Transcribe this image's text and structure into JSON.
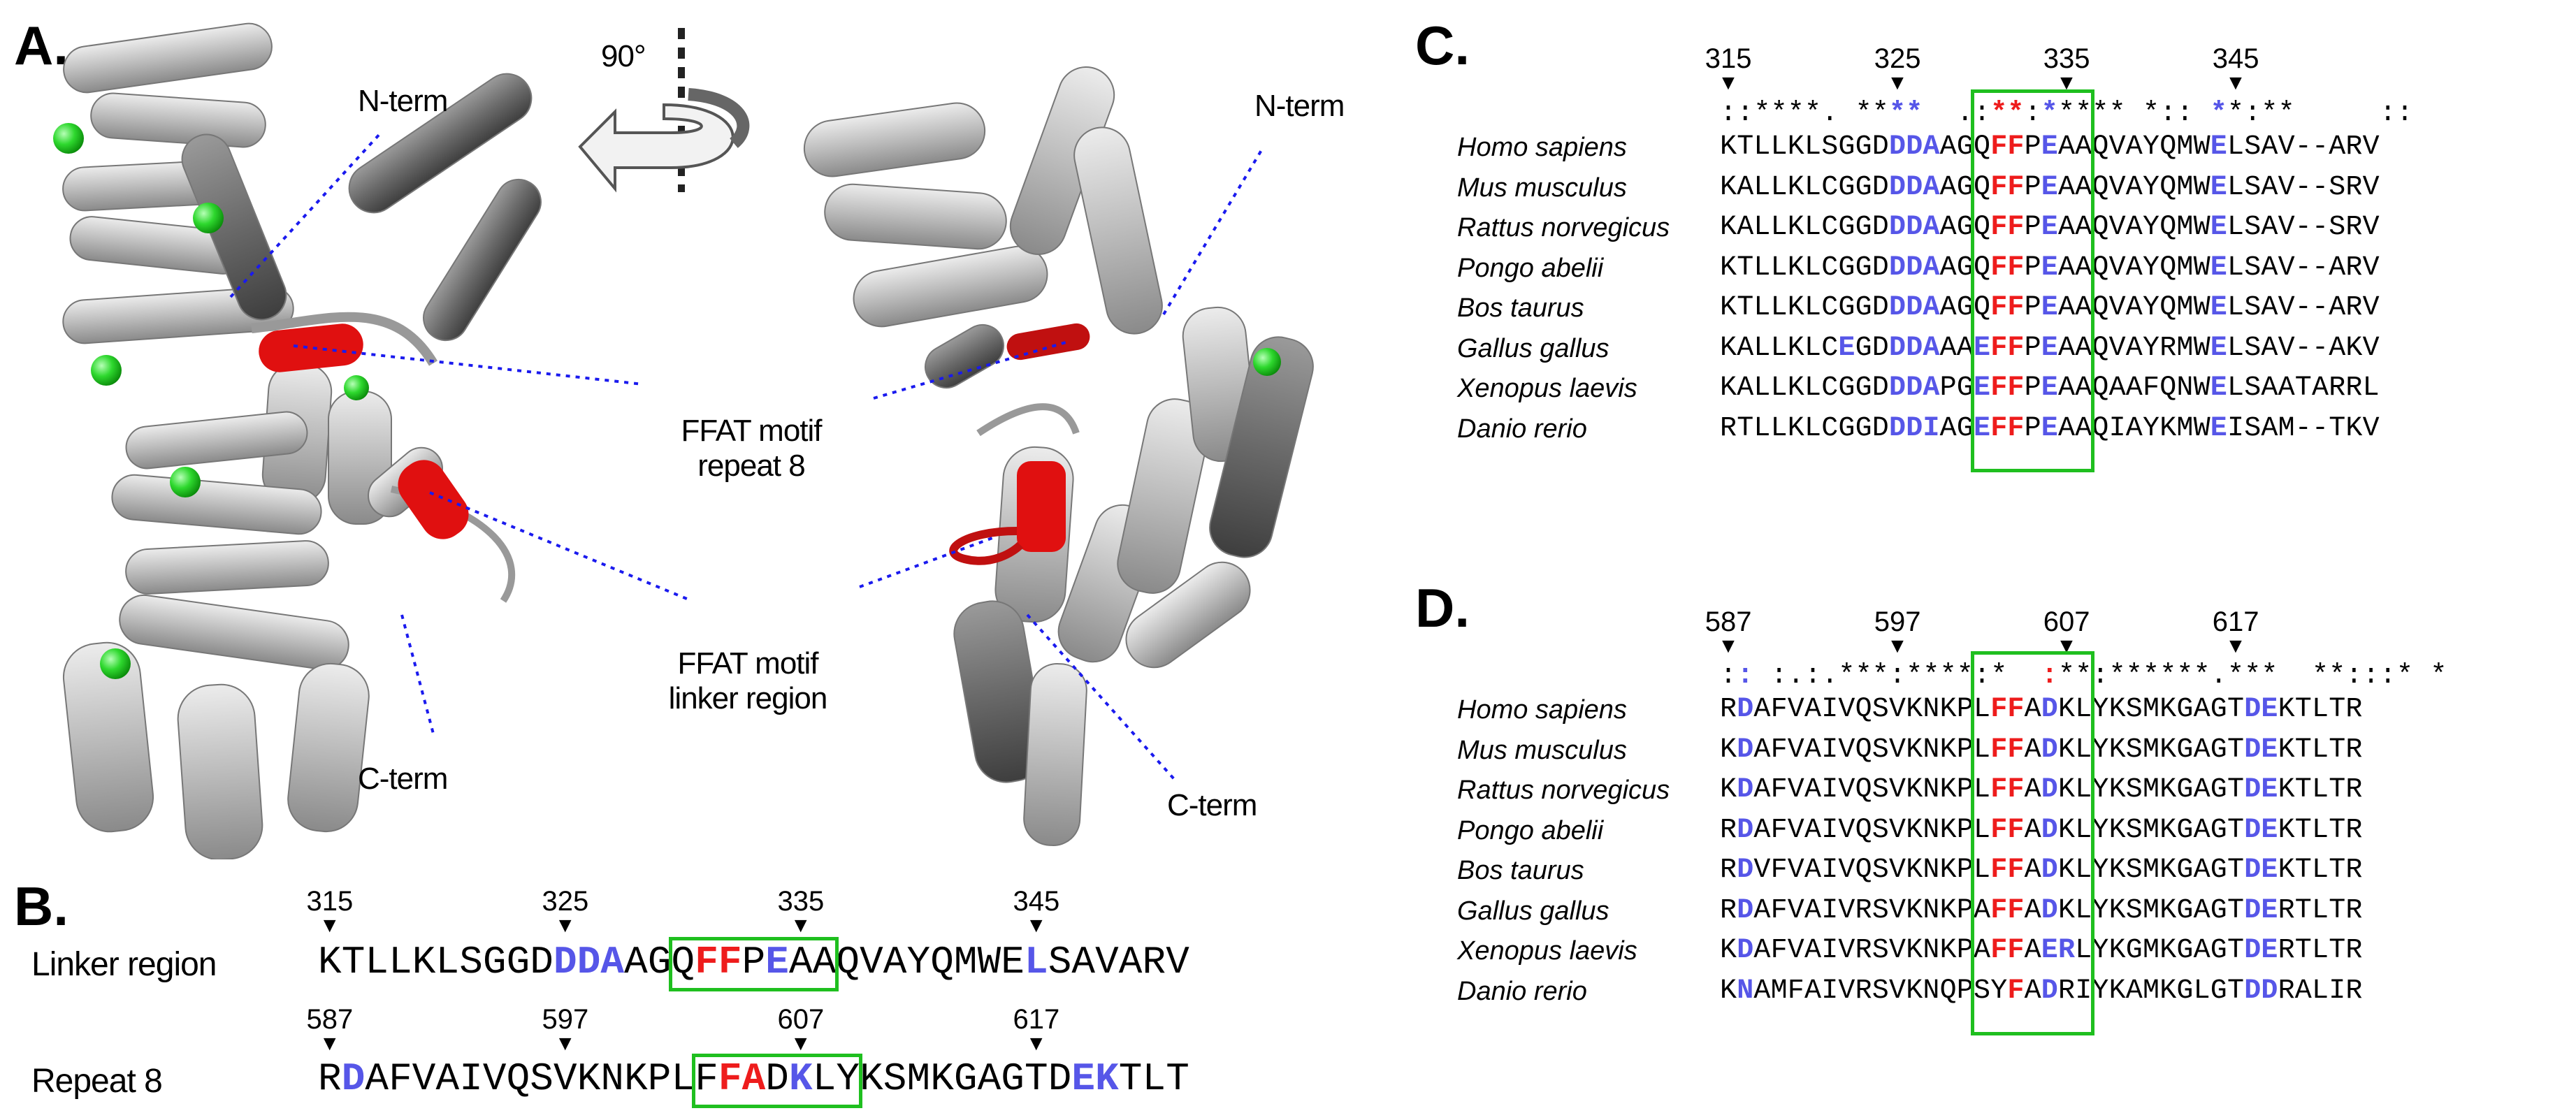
{
  "panels": {
    "a": {
      "label": "A.",
      "rotation": "90°",
      "nterm_left": "N-term",
      "nterm_right": "N-term",
      "ffat_repeat": [
        "FFAT motif",
        "repeat 8"
      ],
      "ffat_linker": [
        "FFAT motif",
        "linker region"
      ],
      "cterm_left": "C-term",
      "cterm_right": "C-term"
    },
    "b": {
      "label": "B."
    },
    "c": {
      "label": "C."
    },
    "d": {
      "label": "D."
    }
  },
  "panel_b": {
    "rows": [
      {
        "name": "Linker region",
        "positions": [
          "315",
          "325",
          "335",
          "345"
        ],
        "sequence": "KTLLKLSGGDDDAAGQFFPEAAQVAYQMWELSAVARV"
      },
      {
        "name": "Repeat 8",
        "positions": [
          "587",
          "597",
          "607",
          "617"
        ],
        "sequence": "RDAFVAIVQSVKNKPLFFADKLYKSMKGAGTDEKTLT"
      }
    ]
  },
  "panel_c": {
    "positions": [
      "315",
      "325",
      "335",
      "345"
    ],
    "conservation": "::****. ****  .:**:***** *:: **:**     ::",
    "species": [
      "Homo sapiens",
      "Mus musculus",
      "Rattus norvegicus",
      "Pongo abelii",
      "Bos taurus",
      "Gallus gallus",
      "Xenopus laevis",
      "Danio rerio"
    ],
    "sequences": [
      "KTLLKLSGGDDDAAGQFFPEAAQVAYQMWELSAV--ARV",
      "KALLKLCGGDDDAAGQFFPEAAQVAYQMWELSAV--SRV",
      "KALLKLCGGDDDAAGQFFPEAAQVAYQMWELSAV--SRV",
      "KTLLKLCGGDDDAAGQFFPEAAQVAYQMWELSAV--ARV",
      "KTLLKLCGGDDDAAGQFFPEAAQVAYQMWELSAV--ARV",
      "KALLKLCEGDDDAAAEFFPEAAQVAYRMWELSAV--AKV",
      "KALLKLCGGDDDAPGEFFPEAAQAAFQNWELSAATARRL",
      "RTLLKLCGGDDDIAGEFFPEAAQIAYKMWEISAM--TKV"
    ]
  },
  "panel_d": {
    "positions": [
      "587",
      "597",
      "607",
      "617"
    ],
    "conservation": ":: :.:.***:****:*  :**:******.***  **:::* *",
    "species": [
      "Homo sapiens",
      "Mus musculus",
      "Rattus norvegicus",
      "Pongo abelii",
      "Bos taurus",
      "Gallus gallus",
      "Xenopus laevis",
      "Danio rerio"
    ],
    "sequences": [
      "RDAFVAIVQSVKNKPLFFADKLYKSMKGAGTDEKTLTR",
      "KDAFVAIVQSVKNKPLFFADKLYKSMKGAGTDEKTLTR",
      "KDAFVAIVQSVKNKPLFFADKLYKSMKGAGTDEKTLTR",
      "RDAFVAIVQSVKNKPLFFADKLYKSMKGAGTDEKTLTR",
      "RDVFVAIVQSVKNKPLFFADKLYKSMKGAGTDEKTLTR",
      "RDAFVAIVRSVKNKPAFFADKLYKSMKGAGTDERTLTR",
      "KDAFVAIVRSVKNKPAFFAERLYKGMKGAGTDERTLTR",
      "KNAMFAIVRSVKNQPSYFADRIYKAMKGLGTDDRALIR"
    ]
  },
  "colors": {
    "red": "#ee1c1c",
    "blue": "#5656e8",
    "box": "#1fbf1f",
    "helix": "#bdbdbd",
    "dark_helix": "#6f6f6f",
    "sphere": "#22dd22"
  }
}
